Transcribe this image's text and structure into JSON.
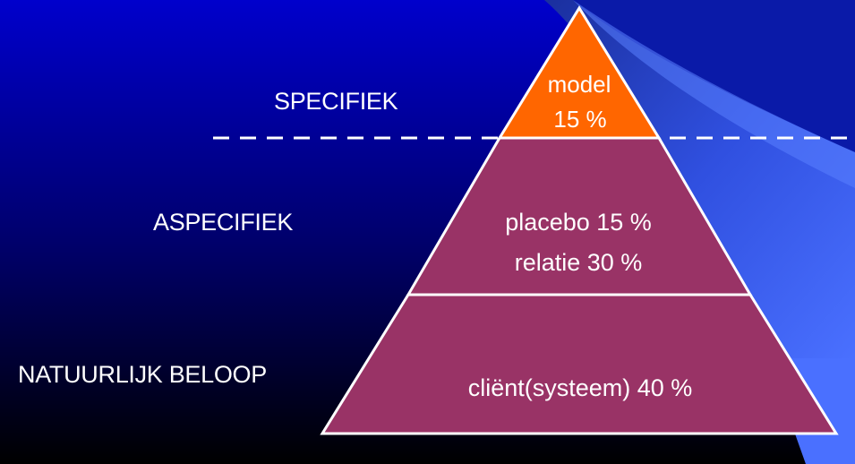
{
  "levels": {
    "specifiek": "SPECIFIEK",
    "aspecifiek": "ASPECIFIEK",
    "natuurlijk": "NATUURLIJK BELOOP"
  },
  "pyramid": {
    "top": {
      "line1": "model",
      "line2": "15 %",
      "color": "#ff6600"
    },
    "middle": {
      "line1": "placebo 15 %",
      "line2": "relatie  30 %",
      "color": "#993366"
    },
    "bottom": {
      "line1": "cliënt(systeem) 40 %",
      "color": "#993366"
    }
  },
  "colors": {
    "background_top": "#0000cc",
    "background_bottom": "#000000",
    "swoosh": "#3366ff",
    "text": "#ffffff",
    "divider": "#ffffff"
  }
}
